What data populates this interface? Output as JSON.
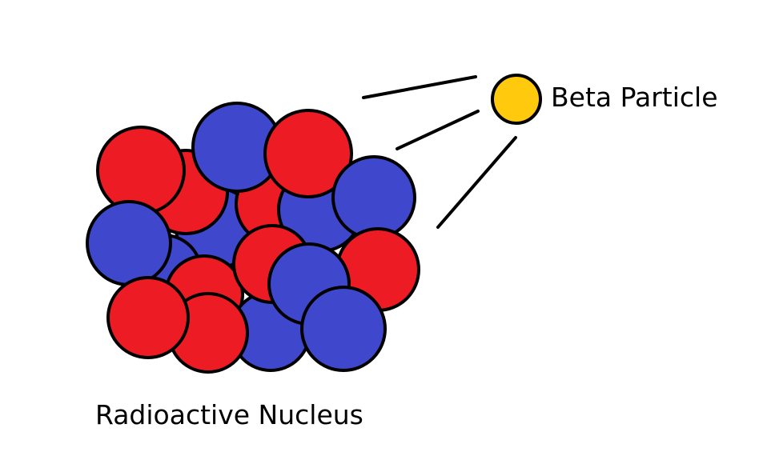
{
  "diagram": {
    "title": "Beta decay of a radioactive nucleus",
    "labels": {
      "particle": "Beta Particle",
      "nucleus": "Radioactive Nucleus"
    },
    "colors": {
      "proton": "#ED1C24",
      "neutron": "#3F48CC",
      "beta": "#FFC90E",
      "outline": "#000000"
    },
    "nucleus": {
      "nucleon_count": 19,
      "nucleons": [
        {
          "type": "neutron"
        },
        {
          "type": "proton"
        },
        {
          "type": "proton"
        },
        {
          "type": "neutron"
        },
        {
          "type": "neutron"
        },
        {
          "type": "proton"
        },
        {
          "type": "neutron"
        },
        {
          "type": "proton"
        },
        {
          "type": "proton"
        },
        {
          "type": "neutron"
        },
        {
          "type": "neutron"
        },
        {
          "type": "proton"
        },
        {
          "type": "neutron"
        },
        {
          "type": "proton"
        },
        {
          "type": "neutron"
        },
        {
          "type": "proton"
        },
        {
          "type": "neutron"
        },
        {
          "type": "proton"
        },
        {
          "type": "proton"
        }
      ]
    },
    "emitted": {
      "name": "beta-particle",
      "motion_lines": 3
    }
  }
}
